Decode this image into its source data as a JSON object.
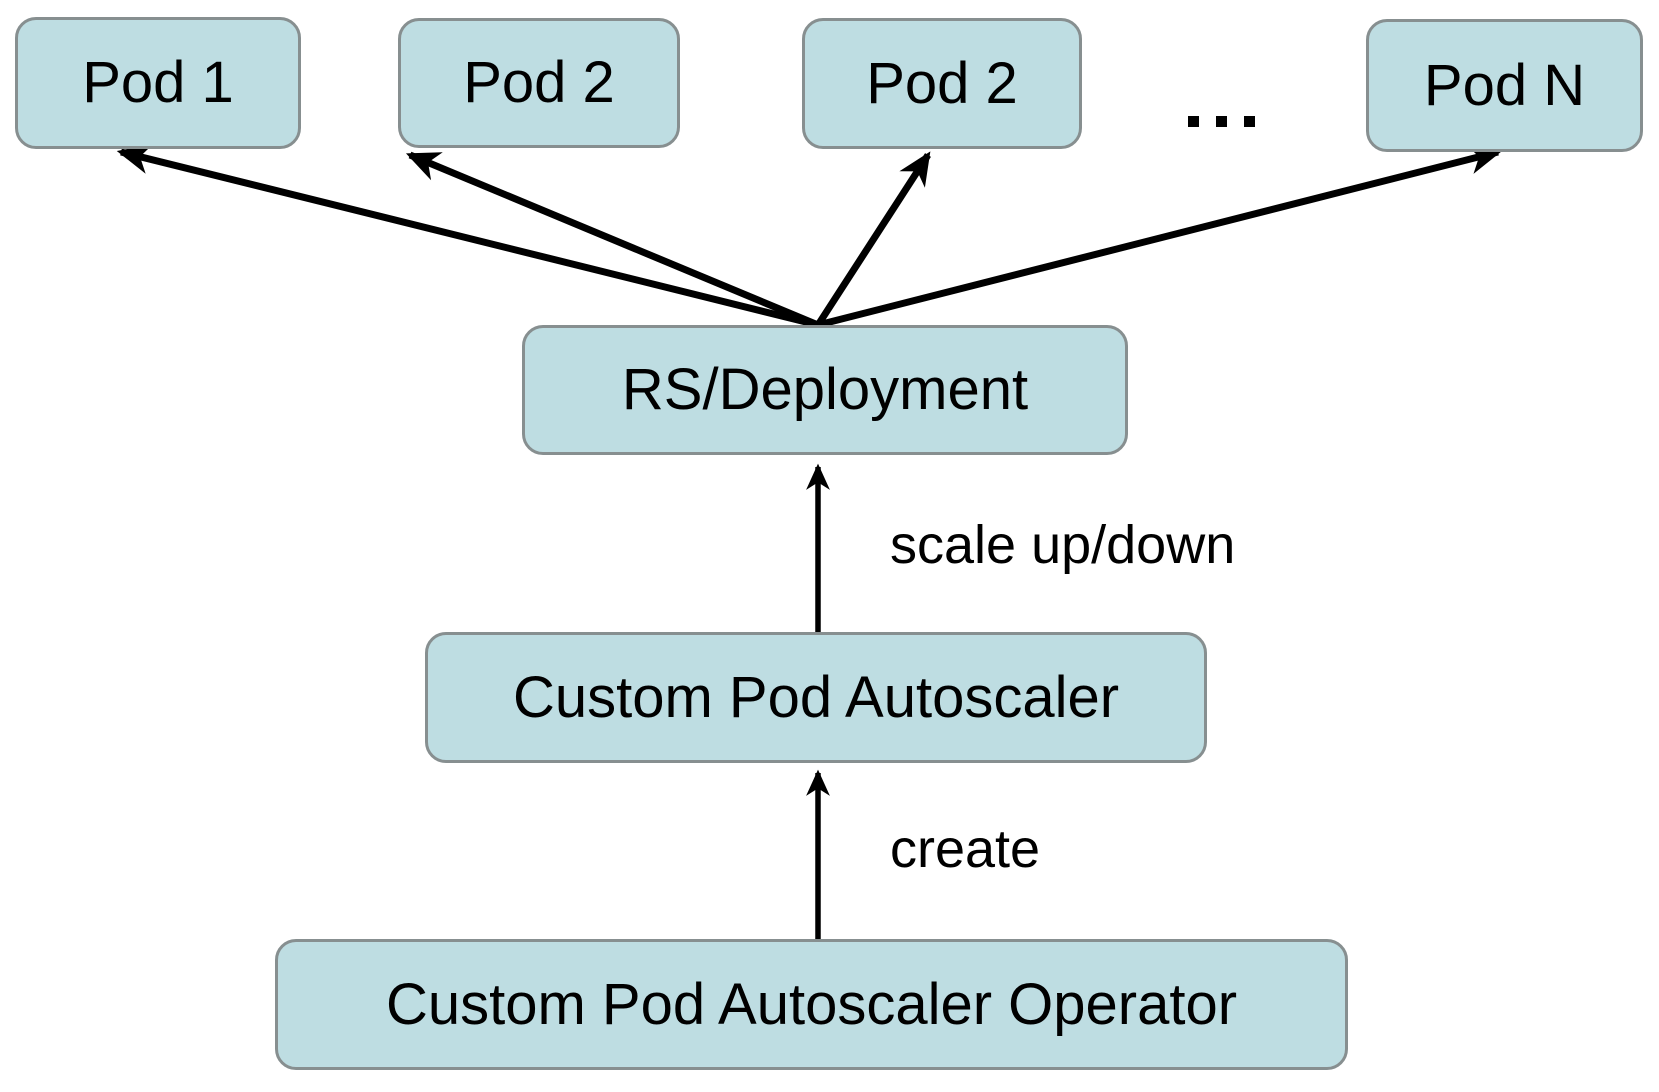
{
  "colors": {
    "background": "#ffffff",
    "node_fill": "#bedde2",
    "node_border": "#878f90",
    "arrow": "#000000",
    "text": "#000000"
  },
  "nodes": {
    "pod1": "Pod 1",
    "pod2": "Pod 2",
    "pod3": "Pod 2",
    "ellipsis": "...",
    "podN": "Pod N",
    "rs_deployment": "RS/Deployment",
    "custom_pod_autoscaler": "Custom Pod Autoscaler",
    "custom_pod_autoscaler_operator": "Custom Pod Autoscaler Operator"
  },
  "edge_labels": {
    "scale": "scale up/down",
    "create": "create"
  }
}
